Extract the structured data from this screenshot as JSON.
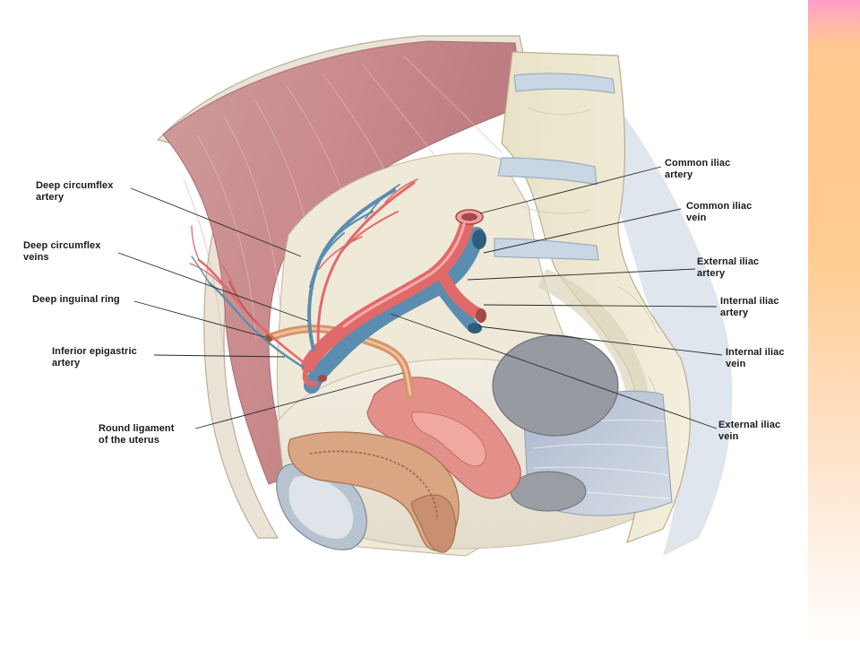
{
  "labels": {
    "deep_circumflex_artery": [
      "Deep circumflex",
      "artery"
    ],
    "deep_circumflex_veins": [
      "Deep circumflex",
      "veins"
    ],
    "deep_inguinal_ring": [
      "Deep inguinal ring"
    ],
    "inferior_epigastric_artery": [
      "Inferior epigastric",
      "artery"
    ],
    "round_ligament": [
      "Round ligament",
      "of the uterus"
    ],
    "common_iliac_artery": [
      "Common iliac",
      "artery"
    ],
    "common_iliac_vein": [
      "Common iliac",
      "vein"
    ],
    "external_iliac_artery": [
      "External iliac",
      "artery"
    ],
    "internal_iliac_artery": [
      "Internal iliac",
      "artery"
    ],
    "internal_iliac_vein": [
      "Internal iliac",
      "vein"
    ],
    "external_iliac_vein": [
      "External iliac",
      "vein"
    ]
  },
  "colors": {
    "artery": "#e06a6a",
    "vein": "#5a8db0",
    "muscle": "#d49a98",
    "ligament": "#d4956a",
    "uterus": "#e4908a",
    "bone": "#ece4cc",
    "accent_bar_top": "#ff9cc8",
    "accent_bar": "#ffcc90"
  }
}
